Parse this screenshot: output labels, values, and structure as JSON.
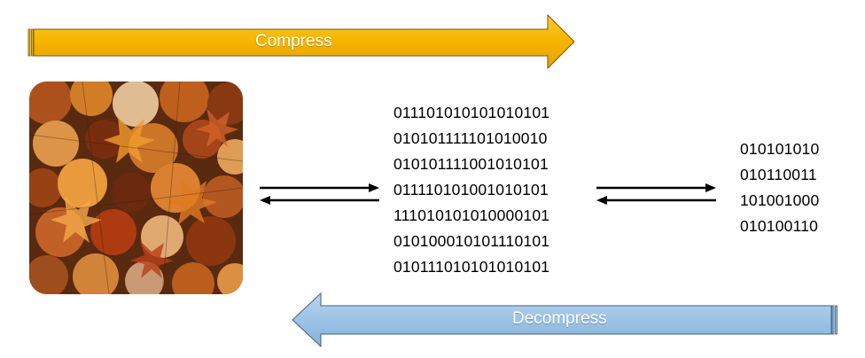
{
  "compress_arrow": {
    "label": "Compress",
    "color": "#f5b800"
  },
  "decompress_arrow": {
    "label": "Decompress",
    "color": "#9dc3e6"
  },
  "raw_bits": [
    "011101010101010101",
    "010101111101010010",
    "010101111001010101",
    "011110101001010101",
    "111010101010000101",
    "010100010101110101",
    "010111010101010101"
  ],
  "compressed_bits": [
    "010101010",
    "010110011",
    "101001000",
    "010100110"
  ]
}
